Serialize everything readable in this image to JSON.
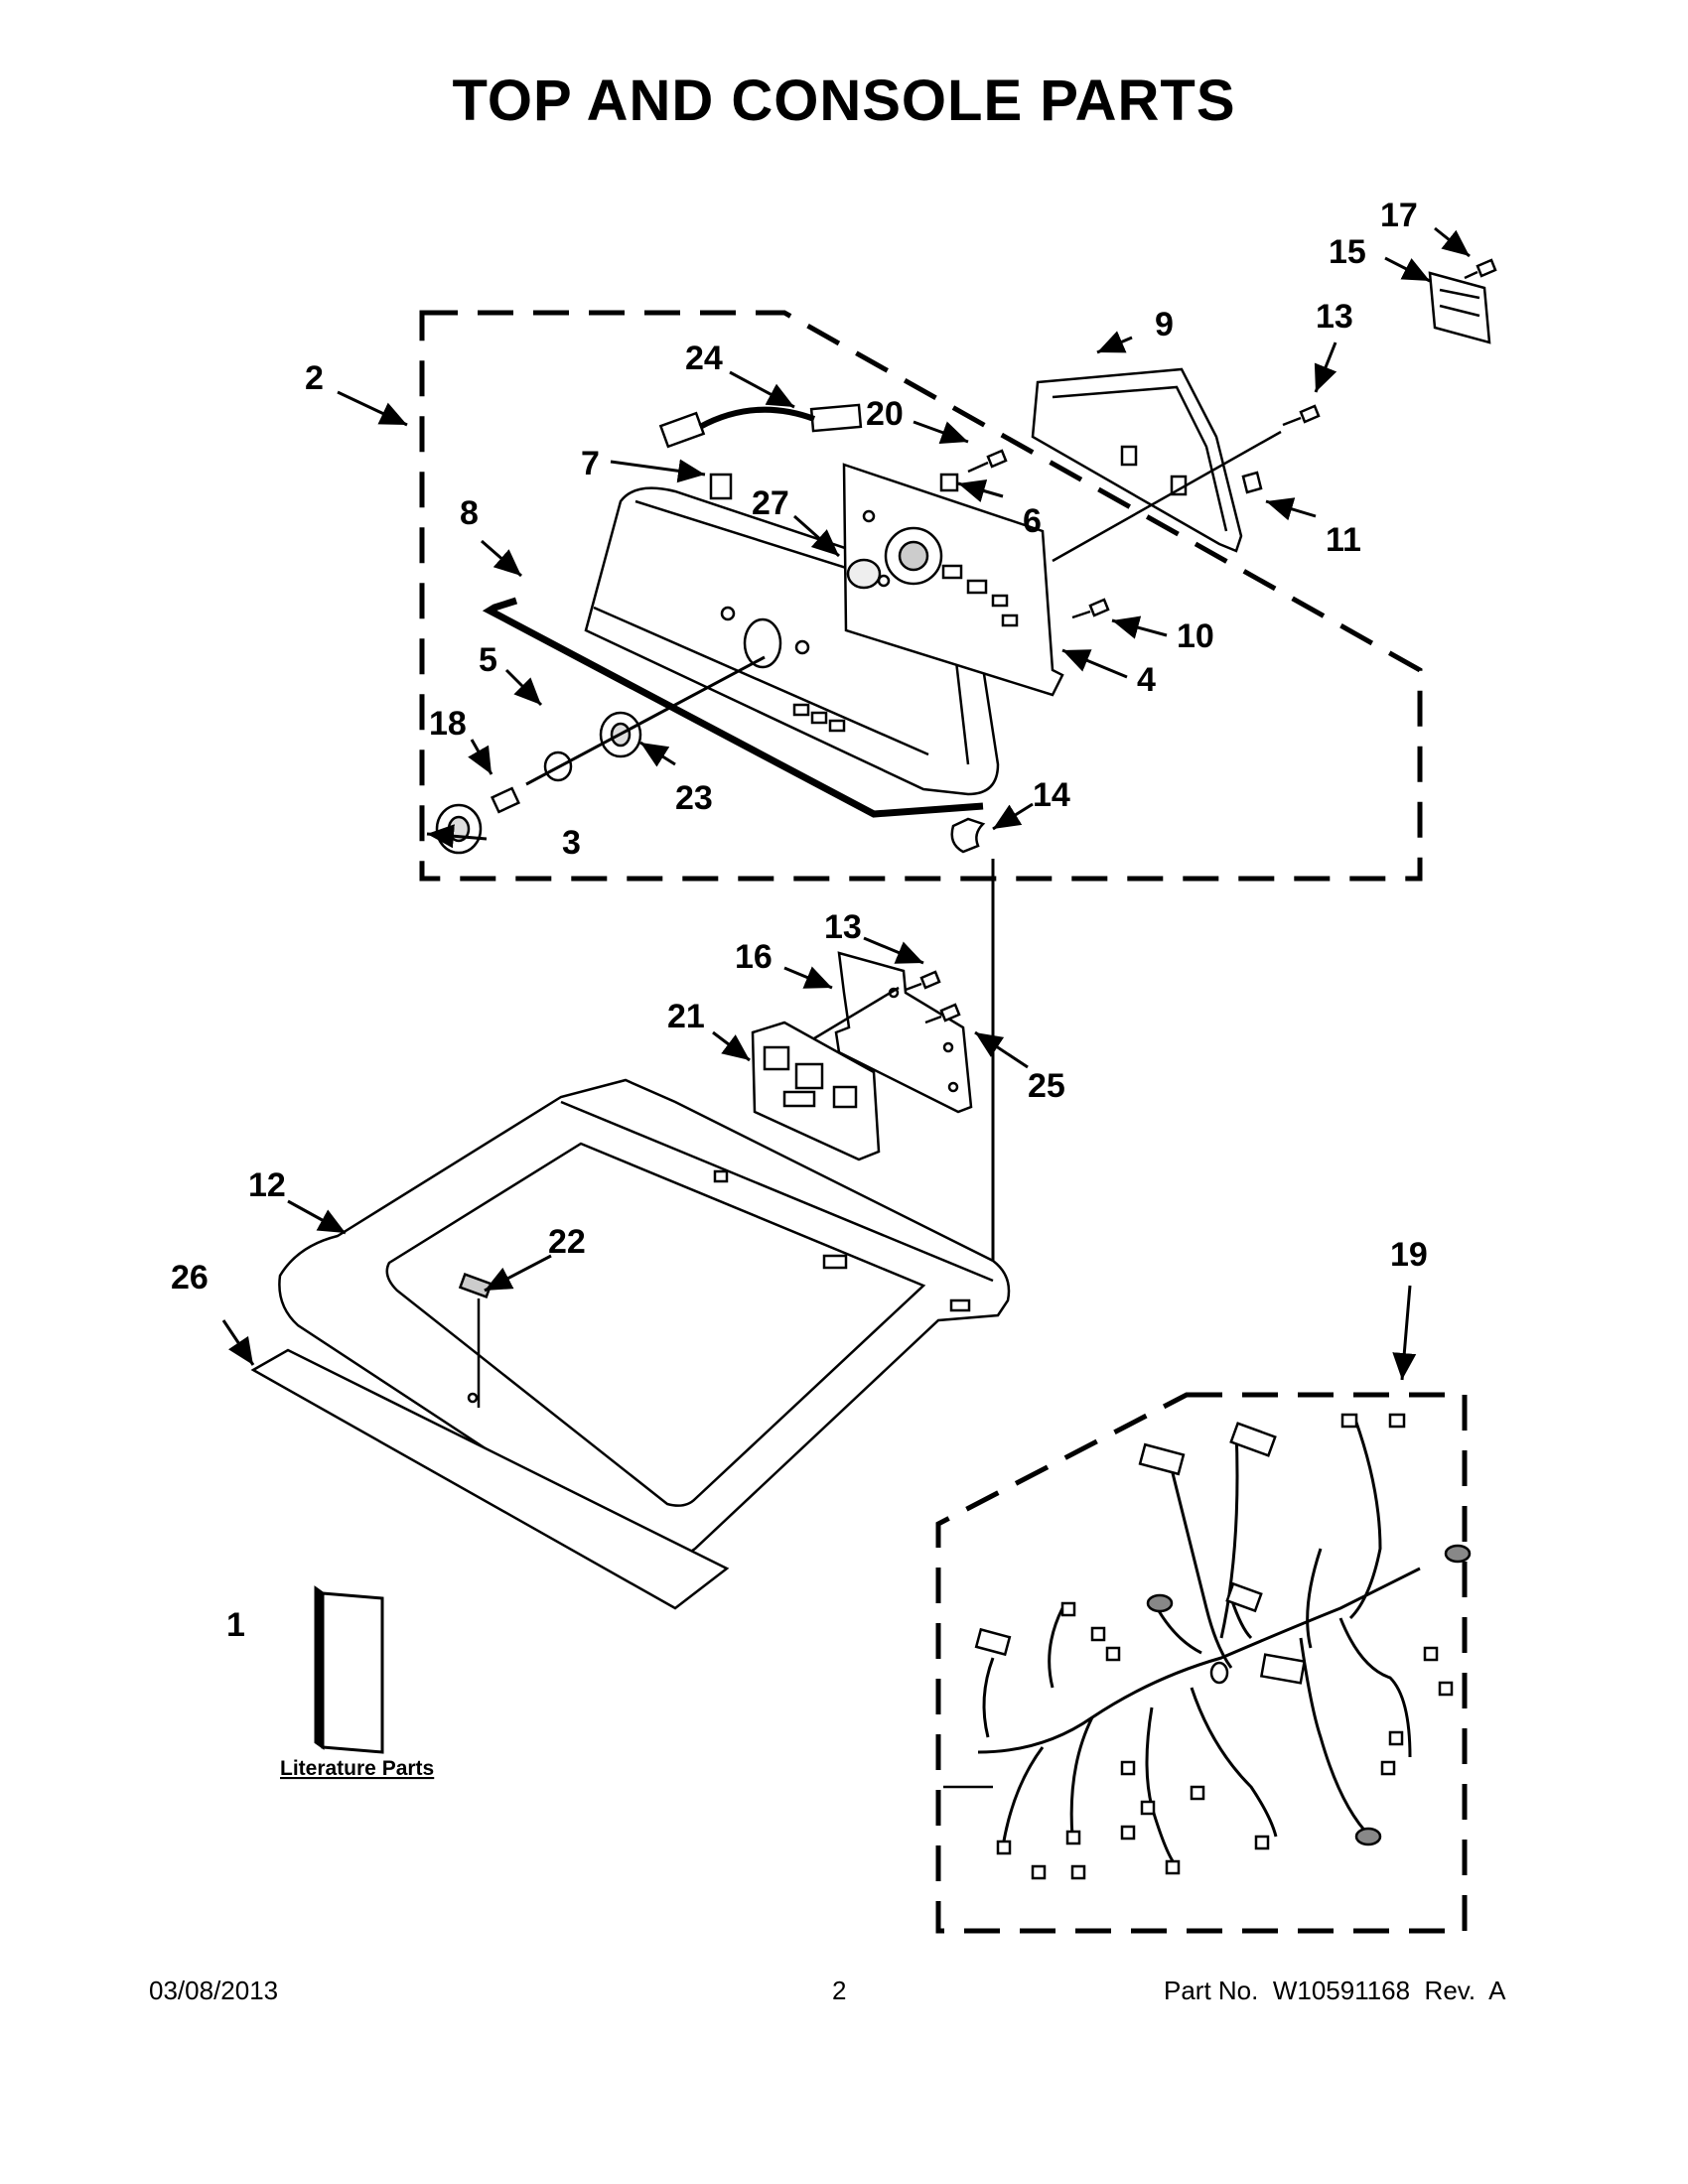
{
  "title": "TOP AND CONSOLE PARTS",
  "callouts": {
    "c1": "1",
    "c2": "2",
    "c3": "3",
    "c4": "4",
    "c5": "5",
    "c6": "6",
    "c7": "7",
    "c8": "8",
    "c9": "9",
    "c10": "10",
    "c11": "11",
    "c12": "12",
    "c13a": "13",
    "c13b": "13",
    "c14": "14",
    "c15": "15",
    "c16": "16",
    "c17": "17",
    "c18": "18",
    "c19": "19",
    "c20": "20",
    "c21": "21",
    "c22": "22",
    "c23": "23",
    "c24": "24",
    "c25": "25",
    "c26": "26",
    "c27": "27"
  },
  "literature_label": "Literature Parts",
  "footer": {
    "date": "03/08/2013",
    "page": "2",
    "part_no": "Part No.  W10591168  Rev.  A"
  }
}
